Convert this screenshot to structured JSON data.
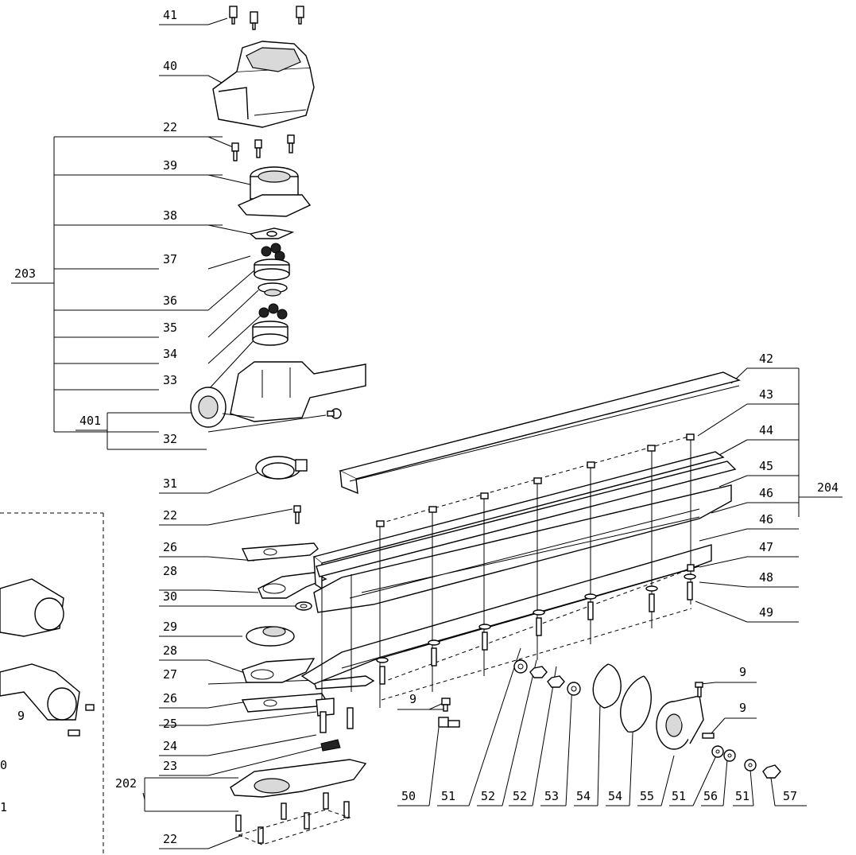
{
  "labels": {
    "p41": "41",
    "p40": "40",
    "p22a": "22",
    "p39": "39",
    "p38": "38",
    "p37": "37",
    "p36": "36",
    "p35": "35",
    "p34": "34",
    "p33": "33",
    "p203": "203",
    "p401": "401",
    "p32": "32",
    "p31": "31",
    "p22b": "22",
    "p26a": "26",
    "p28a": "28",
    "p30": "30",
    "p29": "29",
    "p28b": "28",
    "p27": "27",
    "p26b": "26",
    "p25": "25",
    "p24": "24",
    "p23": "23",
    "p202": "202",
    "p22c": "22",
    "p42": "42",
    "p43": "43",
    "p44": "44",
    "p45": "45",
    "p204": "204",
    "p46a": "46",
    "p46b": "46",
    "p47": "47",
    "p48": "48",
    "p49": "49",
    "p9a": "9",
    "p9b": "9",
    "p9c": "9",
    "p9d": "9",
    "p50": "50",
    "p51a": "51",
    "p52a": "52",
    "p52b": "52",
    "p53": "53",
    "p54a": "54",
    "p54b": "54",
    "p55": "55",
    "p51b": "51",
    "p56": "56",
    "p51c": "51",
    "p57": "57",
    "cut0": "0",
    "cut1": "1"
  }
}
